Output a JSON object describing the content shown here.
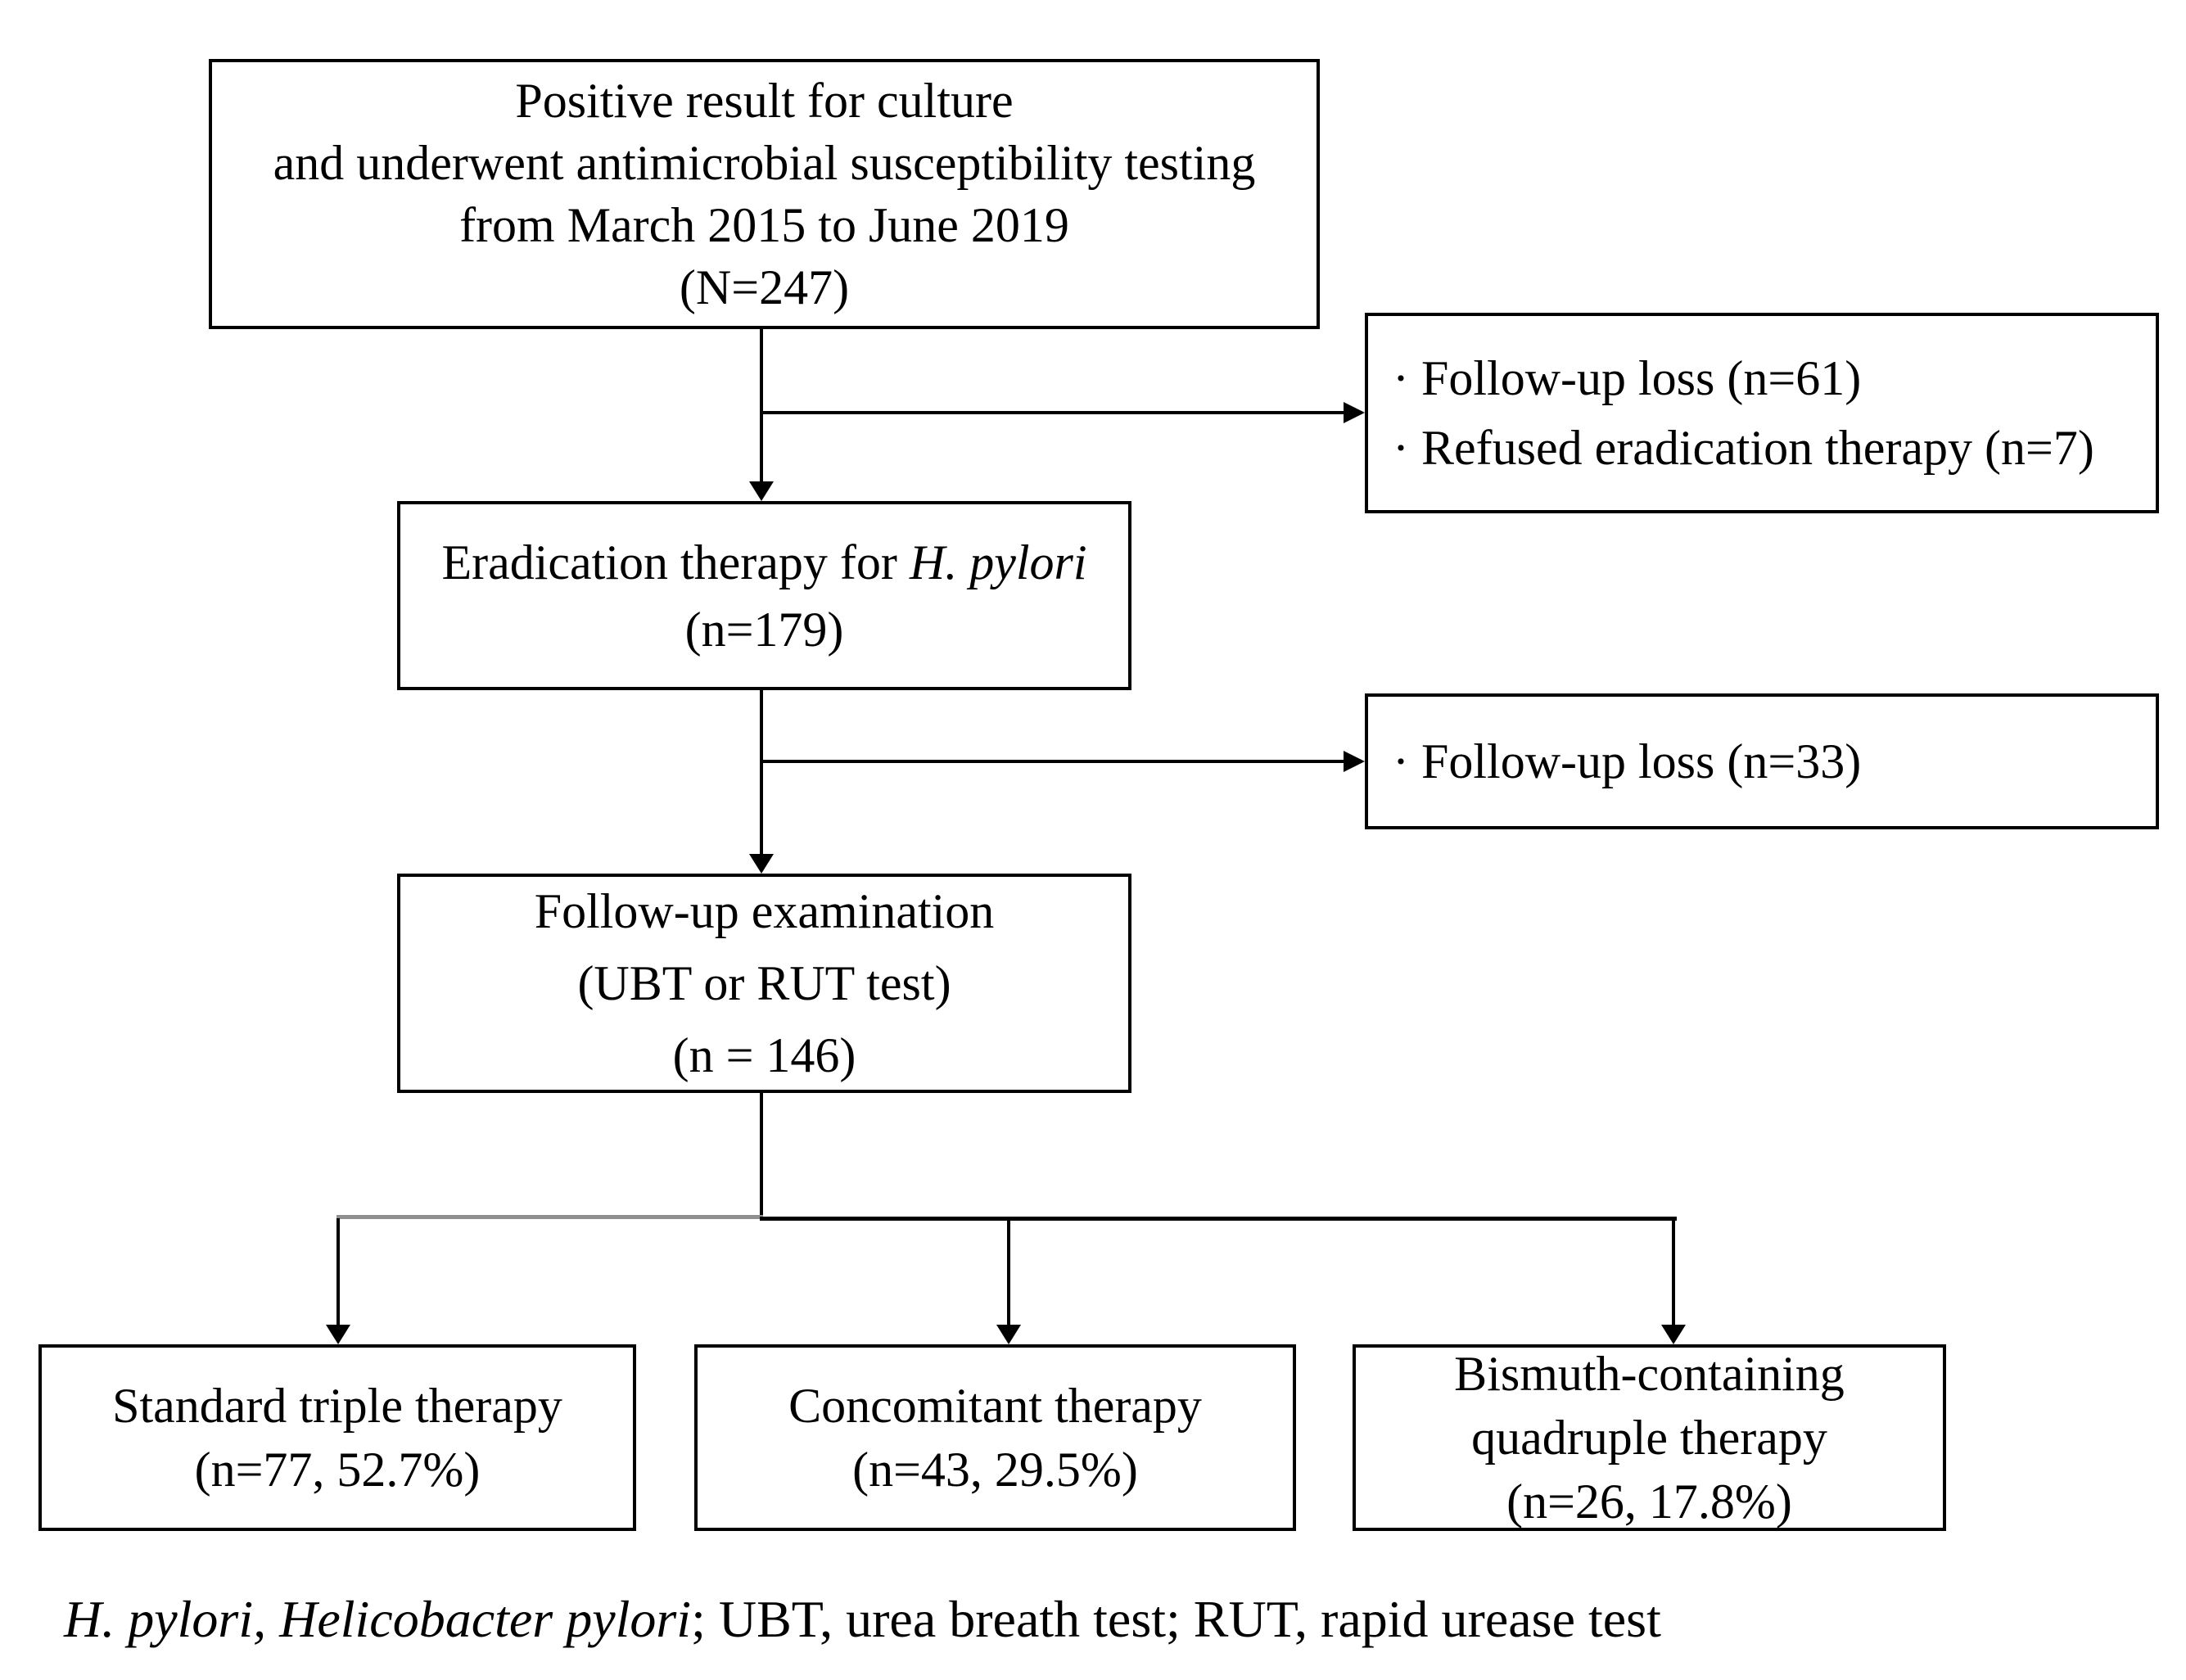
{
  "figure": {
    "background_color": "#ffffff",
    "line_color": "#000000",
    "branch_left_segment_color": "#8f8f8f"
  },
  "boxes": {
    "culture": {
      "lines": [
        "Positive result for culture",
        "and underwent antimicrobial susceptibility testing",
        "from March 2015 to June 2019",
        "(N=247)"
      ]
    },
    "exclusion1": {
      "items": [
        "· Follow-up loss (n=61)",
        "· Refused eradication therapy (n=7)"
      ]
    },
    "eradication": {
      "line1_regular": "Eradication therapy for ",
      "line1_italic": "H. pylori",
      "line2": "(n=179)"
    },
    "exclusion2": {
      "items": [
        "· Follow-up loss (n=33)"
      ]
    },
    "followup_exam": {
      "lines": [
        "Follow-up examination",
        "(UBT or RUT test)",
        "(n = 146)"
      ]
    },
    "standard_triple": {
      "lines": [
        "Standard triple therapy",
        "(n=77, 52.7%)"
      ]
    },
    "concomitant": {
      "lines": [
        "Concomitant therapy",
        "(n=43, 29.5%)"
      ]
    },
    "bismuth_quadruple": {
      "lines": [
        "Bismuth-containing",
        "quadruple therapy",
        "(n=26, 17.8%)"
      ]
    }
  },
  "footnote": {
    "italic": "H. pylori, Helicobacter pylori",
    "regular": "; UBT, urea breath test; RUT, rapid urease test"
  }
}
